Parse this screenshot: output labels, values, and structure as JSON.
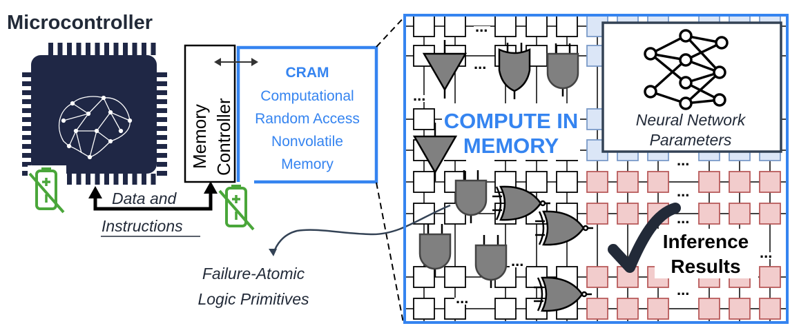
{
  "title": "Microcontroller",
  "memory_controller": {
    "line1": "Memory",
    "line2": "Controller"
  },
  "cram": {
    "acronym": "CRAM",
    "lines": [
      "Computational",
      "Random Access",
      "Nonvolatile",
      "Memory"
    ]
  },
  "data_link": {
    "line1": "Data and",
    "line2": "Instructions"
  },
  "primitives": {
    "line1": "Failure-Atomic",
    "line2": "Logic Primitives"
  },
  "compute": {
    "line1": "COMPUTE IN",
    "line2": "MEMORY"
  },
  "nn": {
    "line1": "Neural Network",
    "line2": "Parameters"
  },
  "inference": {
    "line1": "Inference",
    "line2": "Results"
  },
  "ellipsis": "...",
  "icons": [
    "chip-icon",
    "brain-network-icon",
    "no-battery-icon",
    "neural-network-icon",
    "checkmark-icon",
    "and-gate-icon",
    "or-gate-icon",
    "xnor-gate-icon",
    "buffer-gate-icon"
  ],
  "colors": {
    "blue": "#3584f0",
    "chip": "#1f2745",
    "battery": "#4aa63a",
    "param_cell": "#dbe6f7",
    "result_cell": "#f2cccc",
    "gate": "#808080",
    "text_dark": "#222a38"
  }
}
